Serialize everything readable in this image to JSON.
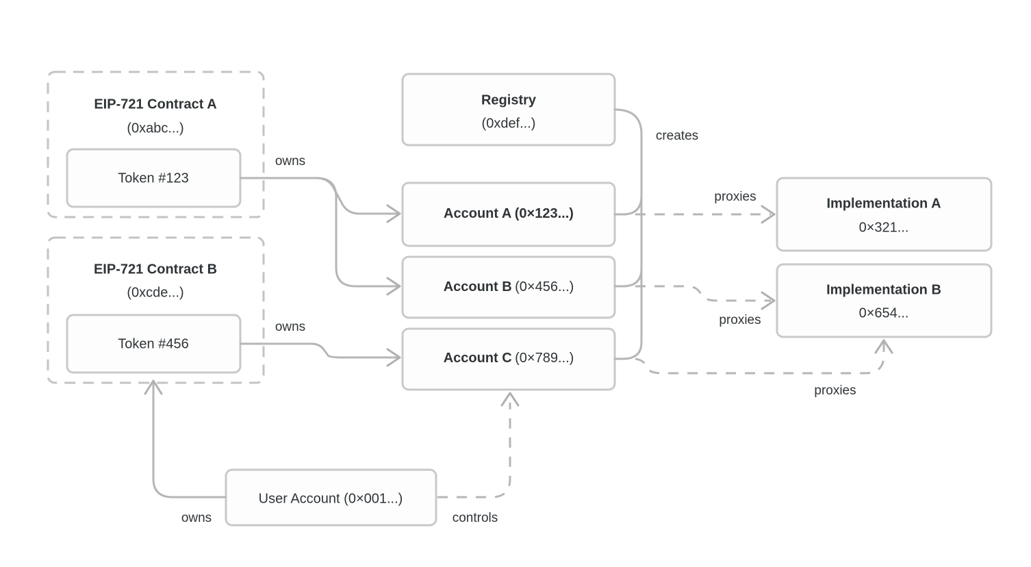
{
  "diagram": {
    "type": "node-edge-diagram",
    "background_color": "#ffffff",
    "node_border_color": "#c9c9c9",
    "edge_color": "#b6b6b6",
    "text_color": "#2f3437",
    "groups": [
      {
        "id": "contract-a",
        "title": "EIP-721 Contract A",
        "address": "(0xabc...)",
        "child": {
          "id": "token-123",
          "label": "Token #123"
        }
      },
      {
        "id": "contract-b",
        "title": "EIP-721 Contract B",
        "address": "(0xcde...)",
        "child": {
          "id": "token-456",
          "label": "Token #456"
        }
      }
    ],
    "nodes": [
      {
        "id": "registry",
        "title": "Registry",
        "address": "(0xdef...)"
      },
      {
        "id": "account-a",
        "title": "Account A",
        "address": "(0×123...)"
      },
      {
        "id": "account-b",
        "title": "Account B",
        "address": "(0×456...)"
      },
      {
        "id": "account-c",
        "title": "Account C",
        "address": "(0×789...)"
      },
      {
        "id": "implementation-a",
        "title": "Implementation A",
        "address": "0×321..."
      },
      {
        "id": "implementation-b",
        "title": "Implementation B",
        "address": "0×654..."
      },
      {
        "id": "user-account",
        "label": "User Account (0×001...)"
      }
    ],
    "edges": [
      {
        "id": "token123-owns-account-a",
        "from": "token-123",
        "to": "account-a",
        "label": "owns",
        "style": "solid"
      },
      {
        "id": "token123-owns-account-b",
        "from": "token-123",
        "to": "account-b",
        "label": "",
        "style": "solid"
      },
      {
        "id": "token456-owns-account-c",
        "from": "token-456",
        "to": "account-c",
        "label": "owns",
        "style": "solid"
      },
      {
        "id": "registry-creates-accounts",
        "from": "registry",
        "to": "account-a,account-b,account-c",
        "label": "creates",
        "style": "solid"
      },
      {
        "id": "account-a-proxies-impl-a",
        "from": "account-a",
        "to": "implementation-a",
        "label": "proxies",
        "style": "dashed"
      },
      {
        "id": "account-b-proxies-impl-b",
        "from": "account-b",
        "to": "implementation-b",
        "label": "proxies",
        "style": "dashed"
      },
      {
        "id": "account-c-proxies-impl-b",
        "from": "account-c",
        "to": "implementation-b",
        "label": "proxies",
        "style": "dashed"
      },
      {
        "id": "user-owns-token456",
        "from": "user-account",
        "to": "token-456",
        "label": "owns",
        "style": "solid"
      },
      {
        "id": "user-controls-account-c",
        "from": "user-account",
        "to": "account-c",
        "label": "controls",
        "style": "dashed"
      }
    ]
  }
}
